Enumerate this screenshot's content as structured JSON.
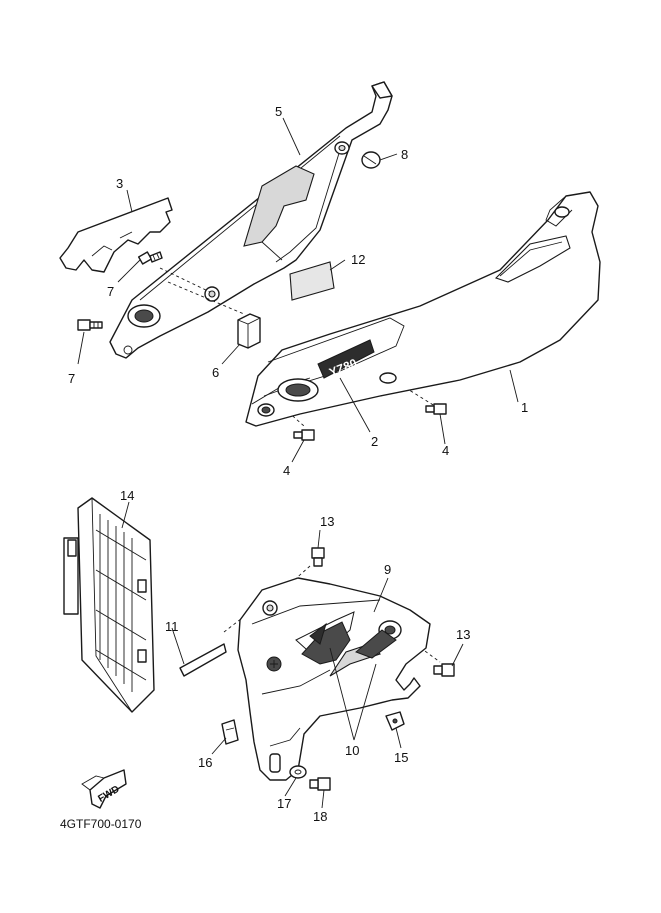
{
  "diagram_code": "4GTF700-0170",
  "fwd_label": "FWD",
  "logo_text": "YZ80",
  "callouts": [
    {
      "id": "c1",
      "label": "1"
    },
    {
      "id": "c2",
      "label": "2"
    },
    {
      "id": "c3",
      "label": "3"
    },
    {
      "id": "c4a",
      "label": "4"
    },
    {
      "id": "c4b",
      "label": "4"
    },
    {
      "id": "c5",
      "label": "5"
    },
    {
      "id": "c6",
      "label": "6"
    },
    {
      "id": "c7a",
      "label": "7"
    },
    {
      "id": "c7b",
      "label": "7"
    },
    {
      "id": "c8",
      "label": "8"
    },
    {
      "id": "c9",
      "label": "9"
    },
    {
      "id": "c10",
      "label": "10"
    },
    {
      "id": "c11",
      "label": "11"
    },
    {
      "id": "c12",
      "label": "12"
    },
    {
      "id": "c13a",
      "label": "13"
    },
    {
      "id": "c13b",
      "label": "13"
    },
    {
      "id": "c14",
      "label": "14"
    },
    {
      "id": "c15",
      "label": "15"
    },
    {
      "id": "c16",
      "label": "16"
    },
    {
      "id": "c17",
      "label": "17"
    },
    {
      "id": "c18",
      "label": "18"
    }
  ]
}
